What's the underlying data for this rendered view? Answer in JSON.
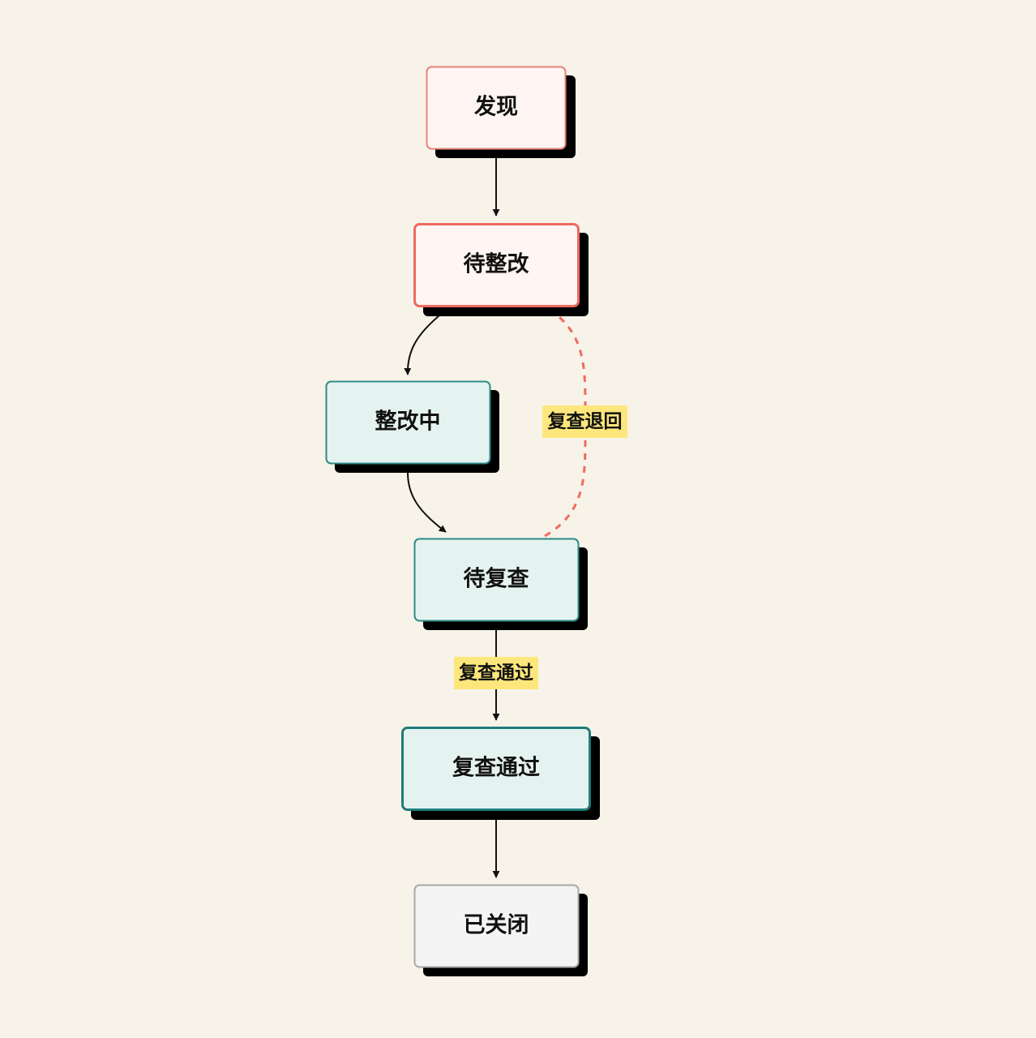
{
  "nodes": {
    "discover": {
      "label": "发现",
      "stroke": "#e8837a",
      "fill": "#fff5f2"
    },
    "pending_fix": {
      "label": "待整改",
      "stroke": "#ee6b5f",
      "fill": "#fff5f2"
    },
    "fixing": {
      "label": "整改中",
      "stroke": "#2e8a86",
      "fill": "#e5f3f0"
    },
    "pending_review": {
      "label": "待复查",
      "stroke": "#2e8a86",
      "fill": "#e5f3f0"
    },
    "review_passed": {
      "label": "复查通过",
      "stroke": "#1e7c78",
      "fill": "#e5f3f0"
    },
    "closed": {
      "label": "已关闭",
      "stroke": "#a8a8a8",
      "fill": "#f4f4f4"
    }
  },
  "edges": {
    "review_rejected": {
      "label": "复查退回",
      "color": "#ee6b5f"
    },
    "review_passed": {
      "label": "复查通过"
    }
  },
  "colors": {
    "background": "#f7f3e9",
    "shadow": "#000000",
    "edge": "#111111",
    "label_highlight": "#fde77c"
  }
}
